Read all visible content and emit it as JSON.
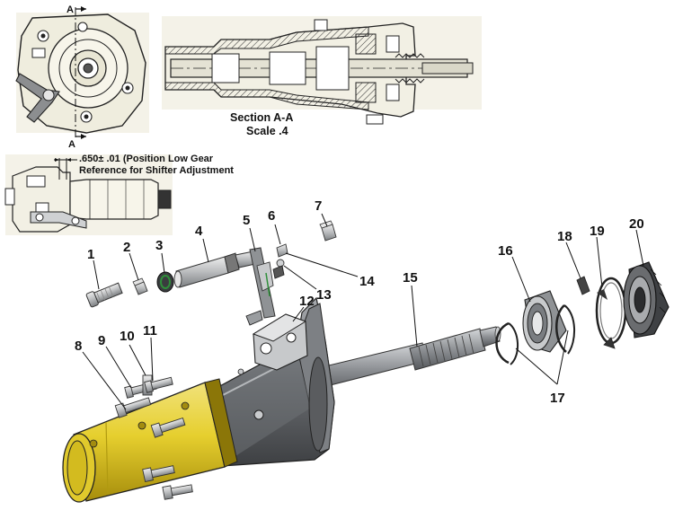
{
  "section_view": {
    "title": "Section A-A",
    "scale": "Scale .4",
    "cut_marker": "A"
  },
  "adjustment_note": {
    "line1": ".650± .01 (Position Low Gear",
    "line2": "Reference for Shifter Adjustment"
  },
  "callouts": [
    "1",
    "2",
    "3",
    "4",
    "5",
    "6",
    "7",
    "8",
    "9",
    "10",
    "11",
    "12",
    "13",
    "14",
    "15",
    "16",
    "17",
    "18",
    "19",
    "20"
  ],
  "colors": {
    "housing": "#5c5e61",
    "housing_light": "#8d9094",
    "cover": "#e8d23a",
    "cover_shade": "#b09a10",
    "shaft": "#9a9da1",
    "ink": "#111111",
    "drawing_bg": "#f4f2e8",
    "seal": "#2f8f3a"
  }
}
